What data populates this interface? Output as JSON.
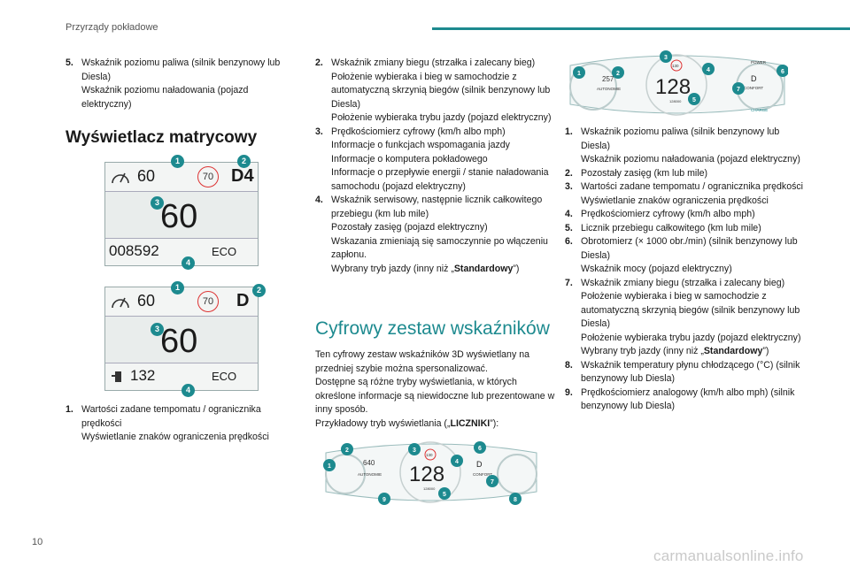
{
  "header": {
    "section_title": "Przyrządy pokładowe"
  },
  "page_number": "10",
  "watermark": "carmanualsonline.info",
  "col1": {
    "item5": {
      "num": "5.",
      "line1": "Wskaźnik poziomu paliwa (silnik benzynowy lub Diesla)",
      "line2": "Wskaźnik poziomu naładowania (pojazd elektryczny)"
    },
    "heading": "Wyświetlacz matrycowy",
    "display1": {
      "speed_small": "60",
      "limit": "70",
      "gear": "D4",
      "speed_big": "60",
      "odometer": "008592",
      "mode": "ECO"
    },
    "display2": {
      "speed_small": "60",
      "limit": "70",
      "gear": "D",
      "speed_big": "60",
      "range": "132",
      "mode": "ECO"
    },
    "badges": [
      "1",
      "2",
      "3",
      "4"
    ],
    "item1": {
      "num": "1.",
      "line1": "Wartości zadane tempomatu / ogranicznika prędkości",
      "line2": "Wyświetlanie znaków ograniczenia prędkości"
    }
  },
  "col2": {
    "items": [
      {
        "num": "2.",
        "lines": [
          "Wskaźnik zmiany biegu (strzałka i zalecany bieg)",
          "Położenie wybieraka i bieg w samochodzie z automatyczną skrzynią biegów (silnik benzynowy lub Diesla)",
          "Położenie wybieraka trybu jazdy (pojazd elektryczny)"
        ]
      },
      {
        "num": "3.",
        "lines": [
          "Prędkościomierz cyfrowy (km/h albo mph)",
          "Informacje o funkcjach wspomagania jazdy",
          "Informacje o komputera pokładowego",
          "Informacje o przepływie energii / stanie naładowania samochodu (pojazd elektryczny)"
        ]
      },
      {
        "num": "4.",
        "lines": [
          "Wskaźnik serwisowy, następnie licznik całkowitego przebiegu (km lub mile)",
          "Pozostały zasięg (pojazd elektryczny)",
          "Wskazania zmieniają się samoczynnie po włączeniu zapłonu."
        ],
        "last_prefix": "Wybrany tryb jazdy (inny niż „",
        "last_bold": "Standardowy",
        "last_suffix": "”)"
      }
    ],
    "heading": "Cyfrowy zestaw wskaźników",
    "para1": "Ten cyfrowy zestaw wskaźników 3D wyświetlany na przedniej szybie można spersonalizować.",
    "para2": "Dostępne są różne tryby wyświetlania, w których określone informacje są niewidoczne lub prezentowane w inny sposób.",
    "para3_prefix": "Przykładowy tryb wyświetlania („",
    "para3_bold": "LICZNIKI",
    "para3_suffix": "”):",
    "cluster": {
      "speed": "128",
      "limit": "130",
      "range": "640",
      "range_label": "AUTONOMIE",
      "gear": "D",
      "gear_label": "CONFORT",
      "odo": "128000",
      "badges": [
        "1",
        "2",
        "3",
        "4",
        "5",
        "6",
        "7",
        "8",
        "9"
      ]
    }
  },
  "col3": {
    "cluster": {
      "speed": "128",
      "limit": "130",
      "range": "257",
      "range_label": "AUTONOMIE",
      "gear": "D",
      "gear_label": "CONFORT",
      "charge_label": "CHARGE",
      "power_label": "POWER",
      "odo": "128000",
      "badges": [
        "1",
        "2",
        "3",
        "4",
        "5",
        "6",
        "7"
      ]
    },
    "items": [
      {
        "num": "1.",
        "lines": [
          "Wskaźnik poziomu paliwa (silnik benzynowy lub Diesla)",
          "Wskaźnik poziomu naładowania (pojazd elektryczny)"
        ]
      },
      {
        "num": "2.",
        "lines": [
          "Pozostały zasięg (km lub mile)"
        ]
      },
      {
        "num": "3.",
        "lines": [
          "Wartości zadane tempomatu / ogranicznika prędkości",
          "Wyświetlanie znaków ograniczenia prędkości"
        ]
      },
      {
        "num": "4.",
        "lines": [
          "Prędkościomierz cyfrowy (km/h albo mph)"
        ]
      },
      {
        "num": "5.",
        "lines": [
          "Licznik przebiegu całkowitego (km lub mile)"
        ]
      },
      {
        "num": "6.",
        "lines": [
          "Obrotomierz (× 1000 obr./min) (silnik benzynowy lub Diesla)",
          "Wskaźnik mocy (pojazd elektryczny)"
        ]
      },
      {
        "num": "7.",
        "lines": [
          "Wskaźnik zmiany biegu (strzałka i zalecany bieg)",
          "Położenie wybieraka i bieg w samochodzie z automatyczną skrzynią biegów (silnik benzynowy lub Diesla)",
          "Położenie wybieraka trybu jazdy (pojazd elektryczny)"
        ],
        "last_prefix": "Wybrany tryb jazdy (inny niż „",
        "last_bold": "Standardowy",
        "last_suffix": "”)"
      },
      {
        "num": "8.",
        "lines": [
          "Wskaźnik temperatury płynu chłodzącego (°C) (silnik benzynowy lub Diesla)"
        ]
      },
      {
        "num": "9.",
        "lines": [
          "Prędkościomierz analogowy (km/h albo mph) (silnik benzynowy lub Diesla)"
        ]
      }
    ]
  },
  "colors": {
    "accent": "#1d8a8f",
    "limit_ring": "#dd3333"
  }
}
